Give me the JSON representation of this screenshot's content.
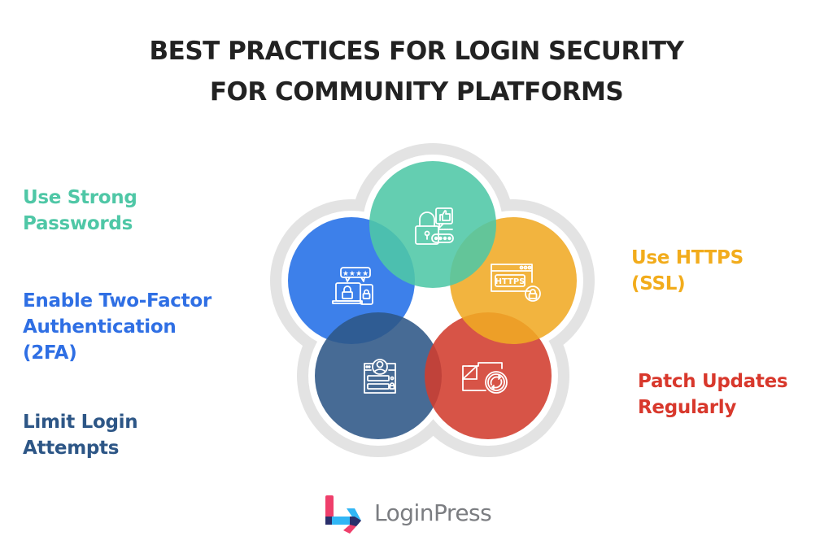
{
  "title": {
    "line1": "BEST PRACTICES FOR LOGIN SECURITY",
    "line2": "FOR COMMUNITY PLATFORMS"
  },
  "practices": [
    {
      "id": "strong-passwords",
      "lines": [
        "Use Strong",
        "Passwords"
      ],
      "color": "#4fc7a6",
      "circle_color": "#4fc7a6",
      "icon": "lock-password-thumbsup-icon",
      "side": "left"
    },
    {
      "id": "two-factor",
      "lines": [
        "Enable Two-Factor",
        "Authentication",
        "(2FA)"
      ],
      "color": "#2f6fe4",
      "circle_color": "#2f6fe4",
      "icon": "devices-lock-rating-icon",
      "side": "left"
    },
    {
      "id": "limit-login",
      "lines": [
        "Limit Login",
        "Attempts"
      ],
      "color": "#2d5686",
      "circle_color": "#2d5686",
      "icon": "user-login-form-icon",
      "side": "left"
    },
    {
      "id": "https-ssl",
      "lines": [
        "Use HTTPS",
        "(SSL)"
      ],
      "color": "#f2ac1c",
      "circle_color": "#f0aa24",
      "icon": "https-browser-lock-icon",
      "side": "right"
    },
    {
      "id": "patch-updates",
      "lines": [
        "Patch Updates",
        "Regularly"
      ],
      "color": "#d8382c",
      "circle_color": "#d23c2e",
      "icon": "folder-sync-icon",
      "side": "right"
    }
  ],
  "https_icon_text": "HTTPS",
  "colors": {
    "title": "#222222",
    "outline": "#e3e3e3",
    "logo_text": "#7b7d81",
    "logo_pink": "#ef3f6b",
    "logo_navy": "#2a2f6b",
    "logo_sky": "#31b6f5"
  },
  "brand": {
    "name": "LoginPress"
  }
}
